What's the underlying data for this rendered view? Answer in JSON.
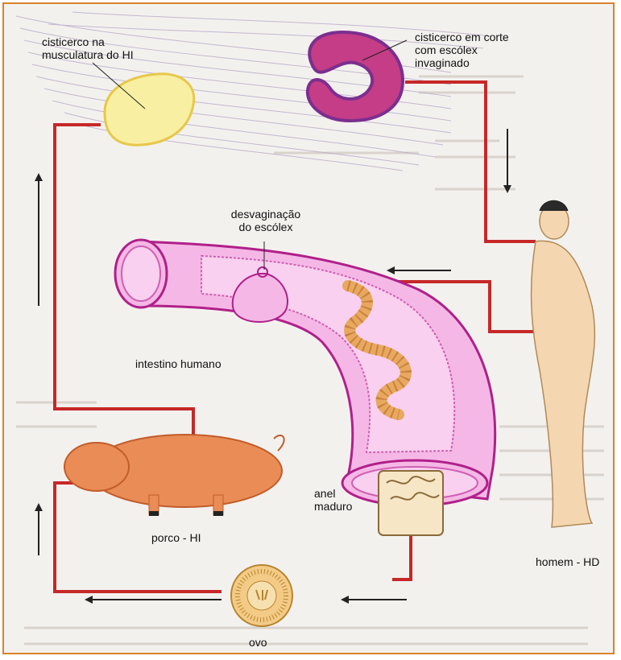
{
  "labels": {
    "cysticercus_muscle_line1": "cisticerco na",
    "cysticercus_muscle_line2": "musculatura do HI",
    "cysticercus_section_line1": "cisticerco em corte",
    "cysticercus_section_line2": "com escólex",
    "cysticercus_section_line3": "invaginado",
    "evagination_line1": "desvaginação",
    "evagination_line2": "do escólex",
    "intestine": "intestino humano",
    "pig": "porco - HI",
    "mature_ring_line1": "anel",
    "mature_ring_line2": "maduro",
    "human": "homem - HD",
    "egg": "ovo"
  },
  "colors": {
    "cycle_line": "#c62828",
    "intestine_fill": "#f5b8e6",
    "intestine_border": "#b0208a",
    "cyst_yellow": "#f8efa2",
    "section_cyst": "#c43d86",
    "pig_fill": "#e98c55",
    "skin": "#f4d6b0",
    "frame": "#d9822b"
  }
}
